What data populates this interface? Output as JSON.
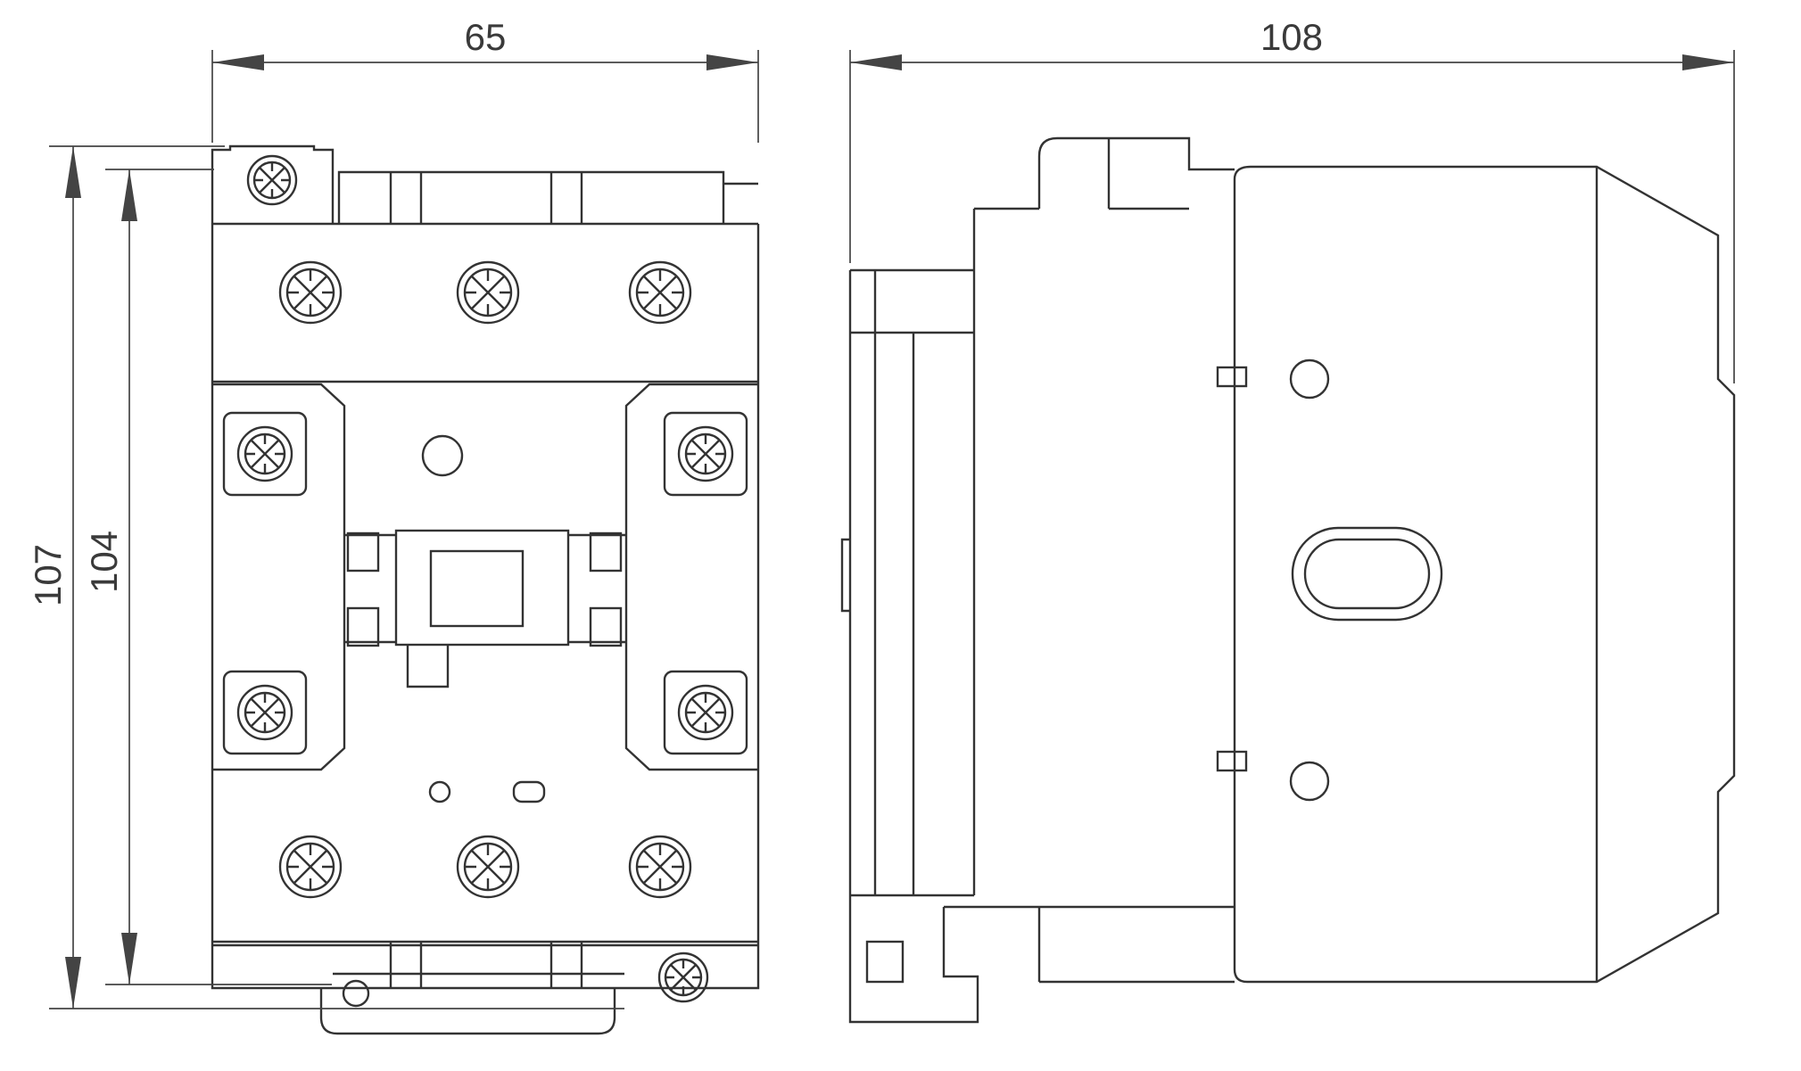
{
  "drawing": {
    "dimensions": {
      "front_width": "65",
      "side_depth": "108",
      "overall_height": "107",
      "body_height": "104"
    },
    "colors": {
      "background": "#ffffff",
      "line": "#333333",
      "dimension": "#444444"
    }
  }
}
